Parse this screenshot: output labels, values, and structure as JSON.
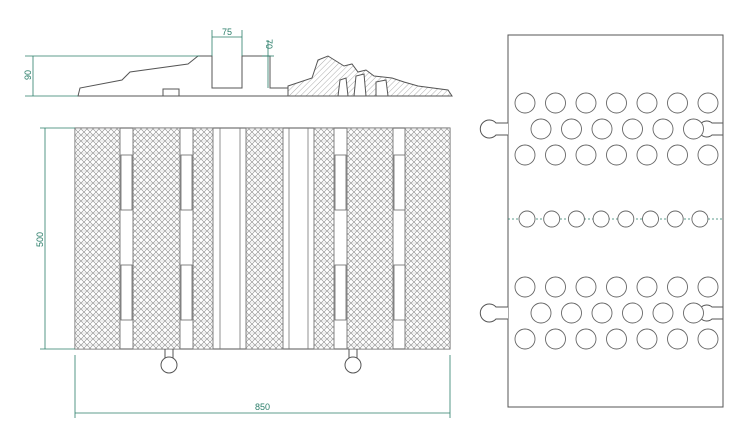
{
  "dimensions": {
    "top_slot_width": "75",
    "top_slot_depth": "70",
    "height": "90",
    "depth": "500",
    "width": "850"
  },
  "colors": {
    "dimension": "#2a7d69",
    "outline": "#555555",
    "pattern": "#8a8a8a",
    "hatch": "#9a9a9a",
    "background": "#ffffff"
  }
}
